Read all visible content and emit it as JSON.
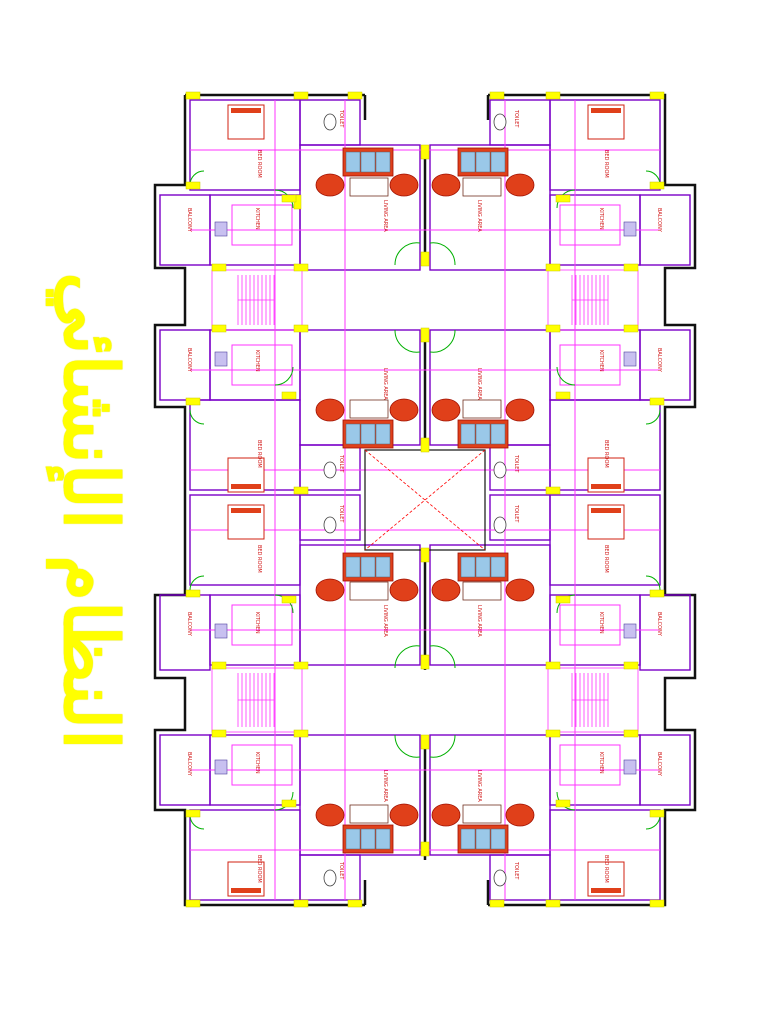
{
  "title": "النظام الإنشائي",
  "room_labels": {
    "bed": "BED ROOM",
    "toilet": "TOILET",
    "living": "LIVING AREA",
    "kitchen": "KITCHEN",
    "balcony": "BALCONY"
  },
  "colors": {
    "title": "#ffff00",
    "walls": "#7a00c8",
    "partitions": "#ff33ff",
    "columns": "#ffff00",
    "structure": "#101010",
    "furniture": "#e0401a",
    "doors": "#00b000",
    "void_cross": "#ff0000"
  }
}
